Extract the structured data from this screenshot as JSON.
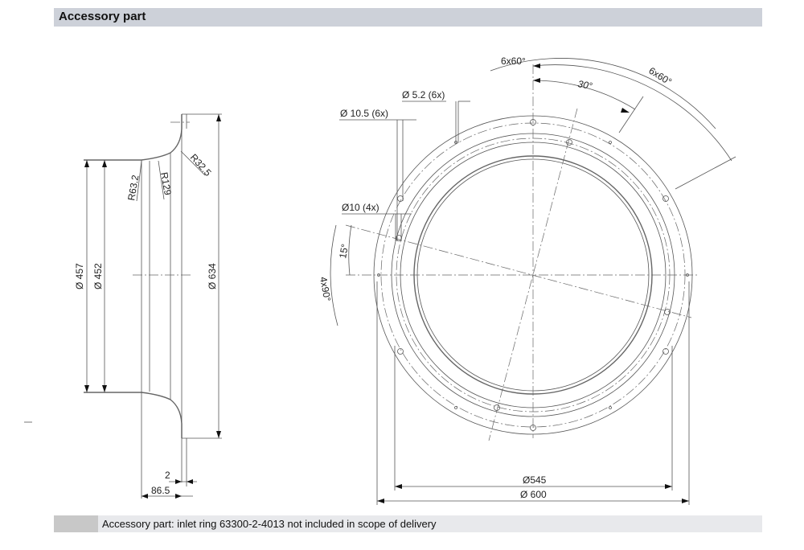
{
  "header": {
    "title": "Accessory part"
  },
  "footer": {
    "note": "Accessory part: inlet ring 63300-2-4013 not included in scope of delivery"
  },
  "side_view": {
    "dims": {
      "d457": "Ø 457",
      "d452": "Ø 452",
      "d634": "Ø 634",
      "r63": "R63.2",
      "r129": "R129",
      "r32": "R32.5",
      "w2": "2",
      "w86": "86.5"
    }
  },
  "front_view": {
    "dims": {
      "pattern1": "6x60°",
      "pattern2": "6x60°",
      "angle30": "30°",
      "hole52": "Ø 5.2 (6x)",
      "hole105": "Ø 10.5 (6x)",
      "hole10": "Ø10 (4x)",
      "angle15": "15°",
      "pattern4": "4x90°",
      "d545": "Ø545",
      "d600": "Ø 600"
    }
  }
}
